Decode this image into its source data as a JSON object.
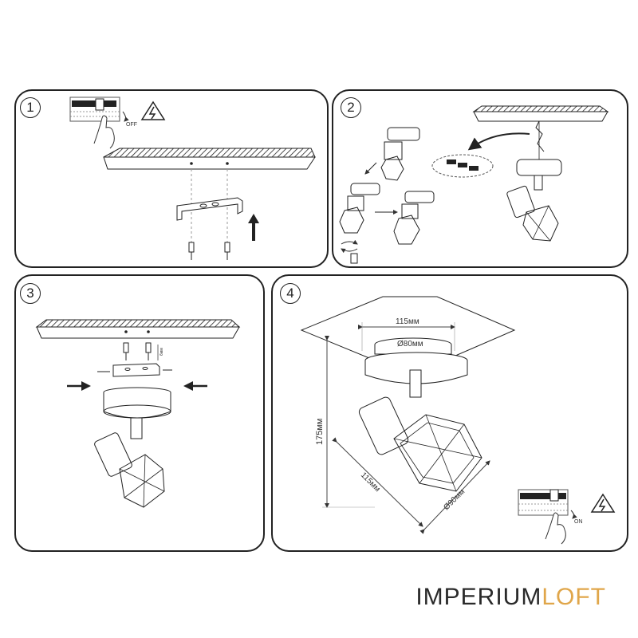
{
  "steps": [
    {
      "number": "1",
      "labels": {
        "switch_state": "OFF"
      }
    },
    {
      "number": "2"
    },
    {
      "number": "3",
      "labels": {
        "screw_gap": "6мм"
      }
    },
    {
      "number": "4",
      "labels": {
        "plate_width": "115мм",
        "base_diameter": "Ø80мм",
        "height": "175мм",
        "shade_length": "115мм",
        "shade_diameter": "Ø90мм",
        "switch_state": "ON"
      }
    }
  ],
  "brand": {
    "part1": "IMPERIUM",
    "part2": "LOFT"
  },
  "icons": [
    "high-voltage-icon",
    "hand-pointer-icon",
    "arrow-up-icon",
    "arrow-right-icon",
    "arrow-left-icon",
    "rotate-icon"
  ]
}
